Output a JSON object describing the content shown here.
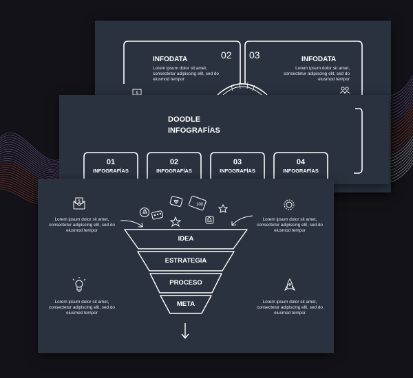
{
  "back_slide": {
    "card_left": {
      "number": "02",
      "title": "INFODATA",
      "text": "Lorem ipsum dolor sit amet, consectetur adipiscing elit, sed do eiusmod tempor"
    },
    "card_right": {
      "number": "03",
      "title": "INFODATA",
      "text": "Lorem ipsum dolor sit amet, consectetur adipiscing elit, sed do eiusmod tempor"
    }
  },
  "mid_slide": {
    "title_line1": "DOODLE",
    "title_line2": "INFOGRAFÍAS",
    "tabs": [
      {
        "number": "01",
        "label": "INFOGRAFÍAS"
      },
      {
        "number": "02",
        "label": "INFOGRAFÍAS"
      },
      {
        "number": "03",
        "label": "INFOGRAFÍAS"
      },
      {
        "number": "04",
        "label": "INFOGRAFÍAS"
      }
    ]
  },
  "front_slide": {
    "funnel": [
      "IDEA",
      "ESTRATEGIA",
      "PROCESO",
      "META"
    ],
    "blocks": {
      "top_left": "Lorem ipsum dolor sit amet, consectetur adipiscing elit, sed do eiusmod tempor",
      "top_right": "Lorem ipsum dolor sit amet, consectetur adipiscing elit, sed do eiusmod tempor",
      "bottom_left": "Lorem ipsum dolor sit amet, consectetur adipiscing elit, sed do eiusmod tempor",
      "bottom_right": "Lorem ipsum dolor sit amet, consectetur adipiscing elit, sed do eiusmod tempor"
    },
    "icons": {
      "top_left": "money-envelope-icon",
      "top_right": "gear-icon",
      "bottom_left": "lightbulb-icon",
      "bottom_right": "rocket-icon"
    }
  },
  "colors": {
    "background": "#121218",
    "slide": "#2a3240",
    "line": "#ffffff",
    "wave_warm": "#c0503a",
    "wave_cool": "#8e6fb0"
  }
}
